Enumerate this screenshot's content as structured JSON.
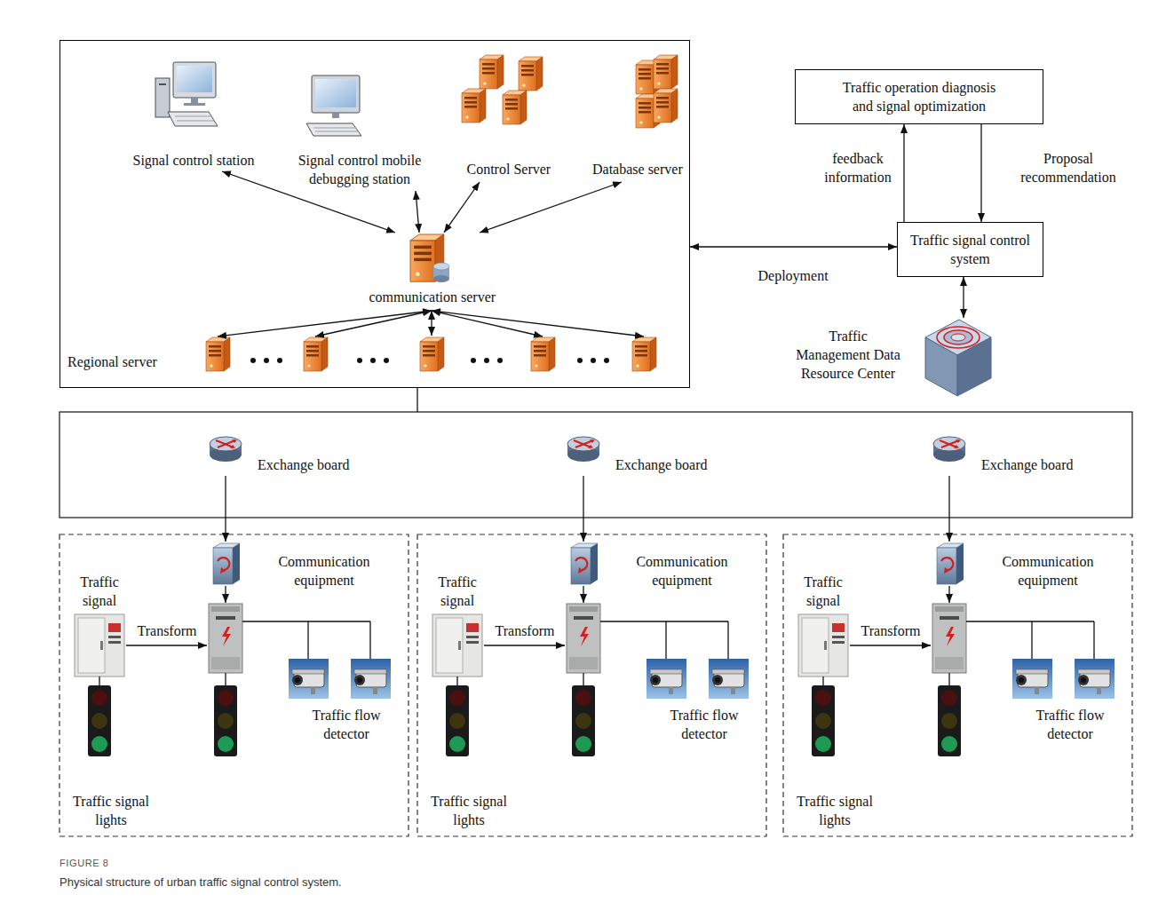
{
  "diagram": {
    "caption": "Physical structure of urban traffic signal control system.",
    "nodes": [
      {
        "text": [
          "Regional server"
        ]
      },
      {
        "text": [
          "Signal control station"
        ],
        "in": 0
      },
      {
        "text": [
          "Signal control mobile debugging station"
        ],
        "in": 0
      },
      {
        "text": [
          "Control Server"
        ],
        "in": 0
      },
      {
        "text": [
          "Database server"
        ],
        "in": 0
      },
      {
        "text": [
          "communication server"
        ],
        "in": 0
      },
      {
        "text": [
          "Traffic operation diagnosis and signal optimization"
        ]
      },
      {
        "text": [
          "Traffic signal control system"
        ]
      },
      {
        "text": [
          "Traffic Management Data Resource Center"
        ]
      },
      {
        "text": [
          "Exchange board"
        ]
      },
      {
        "text": [
          "Exchange board"
        ]
      },
      {
        "text": [
          "Exchange board"
        ]
      },
      {
        "text": [
          "Communication equipment"
        ]
      },
      {
        "text": [
          "Traffic signal"
        ]
      },
      {
        "text": [
          "Traffic flow detector"
        ]
      },
      {
        "text": [
          "Traffic signal lights"
        ]
      },
      {
        "text": [
          "Communication equipment"
        ]
      },
      {
        "text": [
          "Traffic signal"
        ]
      },
      {
        "text": [
          "Traffic flow detector"
        ]
      },
      {
        "text": [
          "Traffic signal lights"
        ]
      },
      {
        "text": [
          "Communication equipment"
        ]
      },
      {
        "text": [
          "Traffic signal"
        ]
      },
      {
        "text": [
          "Traffic flow detector"
        ]
      },
      {
        "text": [
          "Traffic signal lights"
        ]
      }
    ],
    "edges": [
      {
        "from": 1,
        "to": 5,
        "arrow": "both"
      },
      {
        "from": 2,
        "to": 5,
        "arrow": "both"
      },
      {
        "from": 3,
        "to": 5,
        "arrow": "both"
      },
      {
        "from": 4,
        "to": 5,
        "arrow": "both"
      },
      {
        "from": 0,
        "to": 7,
        "label": "Deployment",
        "arrow": "both"
      },
      {
        "from": 7,
        "to": 6,
        "label": "feedback information",
        "arrow": "to"
      },
      {
        "from": 6,
        "to": 7,
        "label": "Proposal recommendation",
        "arrow": "to"
      },
      {
        "from": 7,
        "to": 8,
        "arrow": "both"
      },
      {
        "from": 9,
        "to": 12,
        "arrow": "to"
      },
      {
        "from": 10,
        "to": 16,
        "arrow": "to"
      },
      {
        "from": 11,
        "to": 20,
        "arrow": "to"
      }
    ],
    "labels": [
      "Transform",
      "Transform",
      "Transform",
      "FIGURE 8"
    ]
  }
}
